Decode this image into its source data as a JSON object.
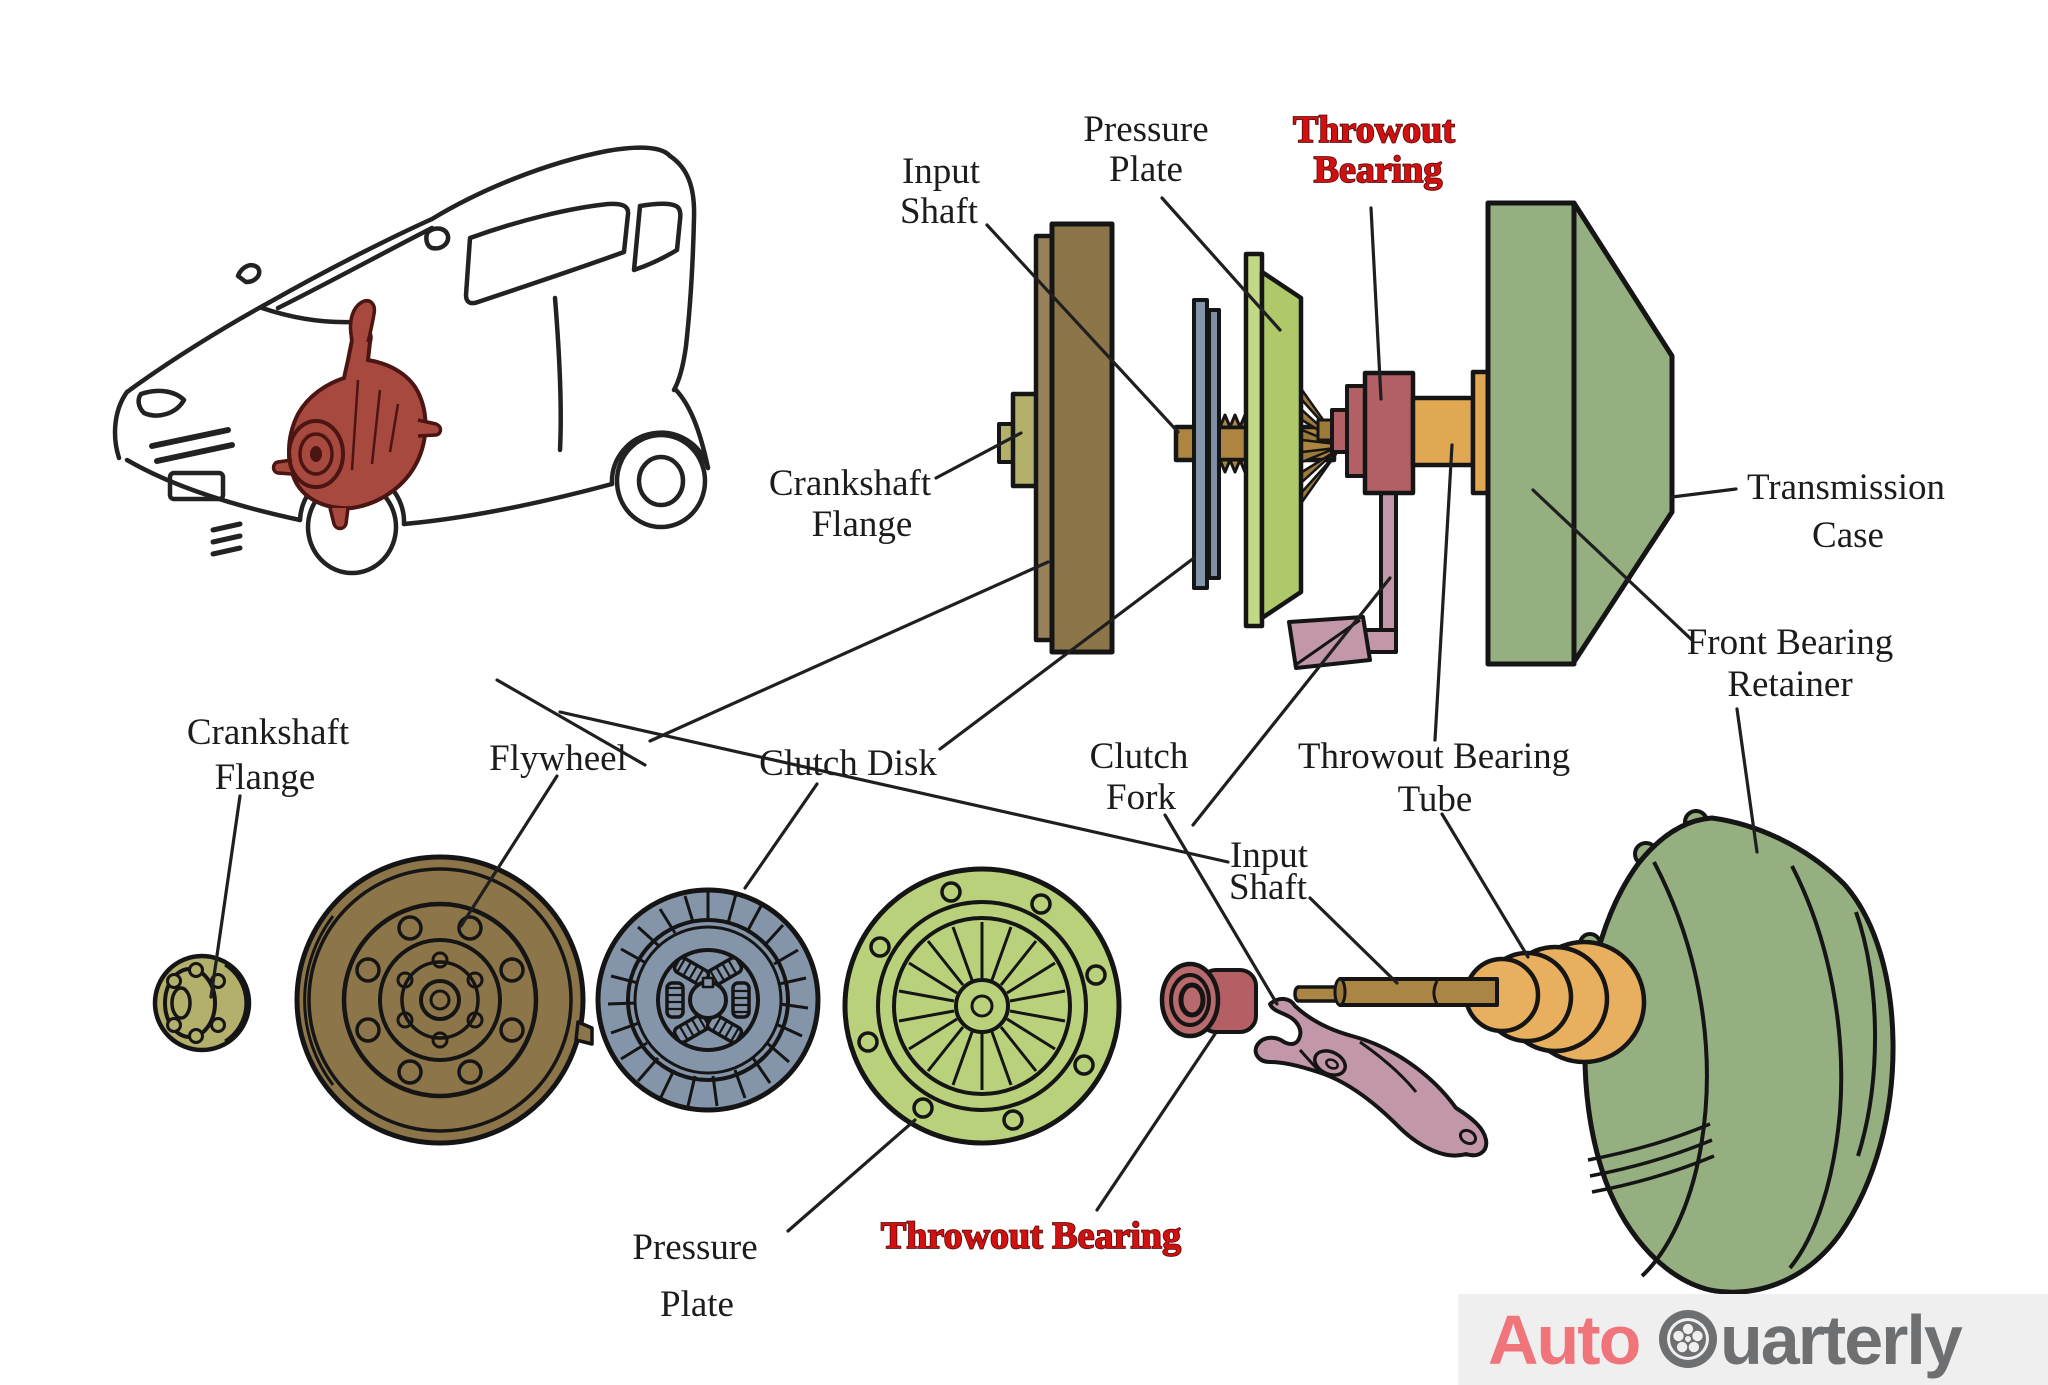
{
  "title": "Clutch and throwout bearing exploded diagram",
  "labels": {
    "side": {
      "input_shaft": {
        "l1": "Input",
        "l2": "Shaft"
      },
      "pressure_plate": {
        "l1": "Pressure",
        "l2": "Plate"
      },
      "throwout_bearing": {
        "l1": "Throwout",
        "l2": "Bearing"
      },
      "crankshaft_flange": {
        "l1": "Crankshaft",
        "l2": "Flange"
      },
      "transmission_case": {
        "l1": "Transmission",
        "l2": "Case"
      },
      "front_bearing_retainer": {
        "l1": "Front Bearing",
        "l2": "Retainer"
      },
      "clutch_fork": {
        "l1": "Clutch",
        "l2": "Fork"
      },
      "throwout_bearing_tube": {
        "l1": "Throwout Bearing",
        "l2": "Tube"
      }
    },
    "exploded": {
      "crankshaft_flange": {
        "l1": "Crankshaft",
        "l2": "Flange"
      },
      "flywheel": {
        "l1": "Flywheel"
      },
      "clutch_disk": {
        "l1": "Clutch Disk"
      },
      "pressure_plate": {
        "l1": "Pressure",
        "l2": "Plate"
      },
      "throwout_bearing": {
        "l1": "Throwout Bearing"
      },
      "input_shaft": {
        "l1": "Input",
        "l2": "Shaft"
      }
    }
  },
  "logo": {
    "part1": "Auto",
    "part2": "uarterly",
    "icon": "wheel-icon"
  },
  "colors": {
    "flywheel_brown": "#8c7549",
    "flange_olive": "#b2b06a",
    "clutch_disk_blue": "#8595a9",
    "pressure_plate_green": "#b9d17b",
    "throwout_bearing_red": "#b35f66",
    "clutch_fork_pink": "#c197a9",
    "bearing_tube_orange": "#e1a854",
    "transmission_case_green": "#96af81",
    "label_red": "#d31010",
    "car_engine_red": "#a8493f",
    "logo_coral": "#f0757b",
    "logo_gray": "#6e6f71",
    "logo_bg": "#efeff0"
  }
}
